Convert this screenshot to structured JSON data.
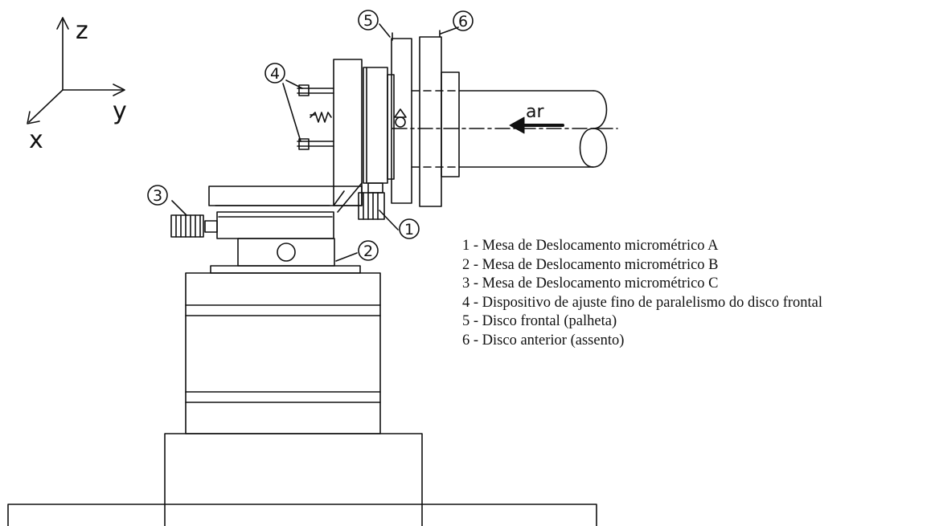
{
  "axes": {
    "z": "z",
    "y": "y",
    "x": "x"
  },
  "callouts": [
    "1",
    "2",
    "3",
    "4",
    "5",
    "6"
  ],
  "flow_label": "ar",
  "legend": [
    "1 - Mesa de Deslocamento micrométrico A",
    "2 - Mesa de Deslocamento micrométrico B",
    "3 - Mesa de Deslocamento micrométrico C",
    "4 - Dispositivo de ajuste fino de paralelismo do disco frontal",
    "5 - Disco frontal (palheta)",
    "6 - Disco anterior (assento)"
  ]
}
